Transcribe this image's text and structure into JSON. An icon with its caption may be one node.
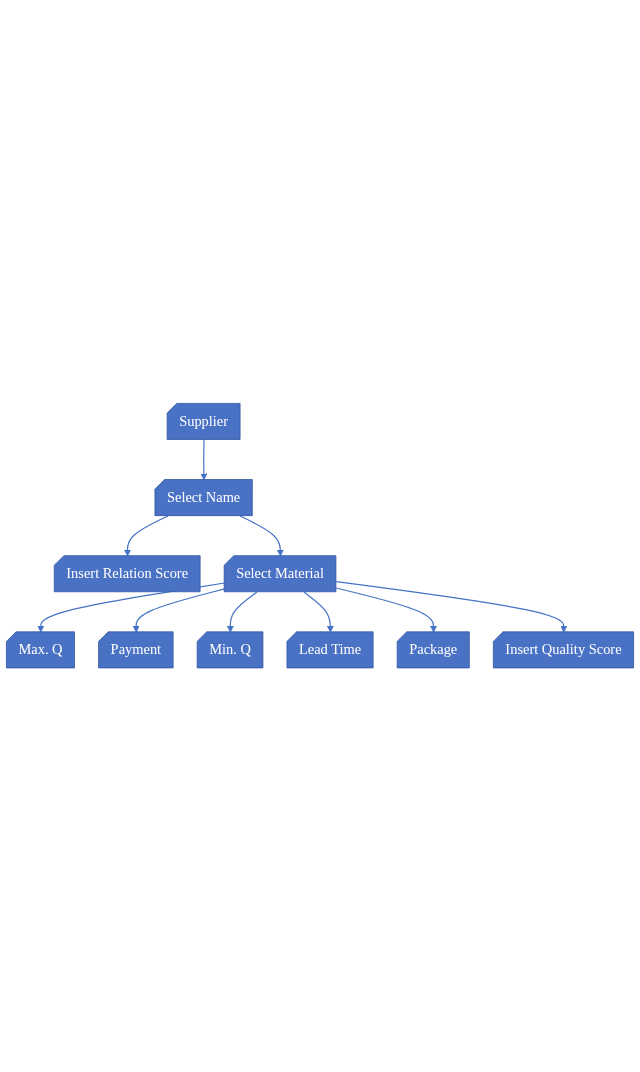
{
  "diagram": {
    "nodes": [
      {
        "text": [
          "Supplier"
        ]
      },
      {
        "text": [
          "Select Name"
        ]
      },
      {
        "text": [
          "Insert Relation Score"
        ]
      },
      {
        "text": [
          "Select Material"
        ]
      },
      {
        "text": [
          "Max. Q"
        ]
      },
      {
        "text": [
          "Payment"
        ]
      },
      {
        "text": [
          "Min. Q"
        ]
      },
      {
        "text": [
          "Lead Time"
        ]
      },
      {
        "text": [
          "Package"
        ]
      },
      {
        "text": [
          "Insert Quality Score"
        ]
      }
    ],
    "edges": [
      {
        "from": 0,
        "to": 1,
        "arrow": "to"
      },
      {
        "from": 1,
        "to": 2,
        "arrow": "to"
      },
      {
        "from": 1,
        "to": 3,
        "arrow": "to"
      },
      {
        "from": 3,
        "to": 4,
        "arrow": "to"
      },
      {
        "from": 3,
        "to": 5,
        "arrow": "to"
      },
      {
        "from": 3,
        "to": 6,
        "arrow": "to"
      },
      {
        "from": 3,
        "to": 7,
        "arrow": "to"
      },
      {
        "from": 3,
        "to": 8,
        "arrow": "to"
      },
      {
        "from": 3,
        "to": 9,
        "arrow": "to"
      }
    ]
  }
}
